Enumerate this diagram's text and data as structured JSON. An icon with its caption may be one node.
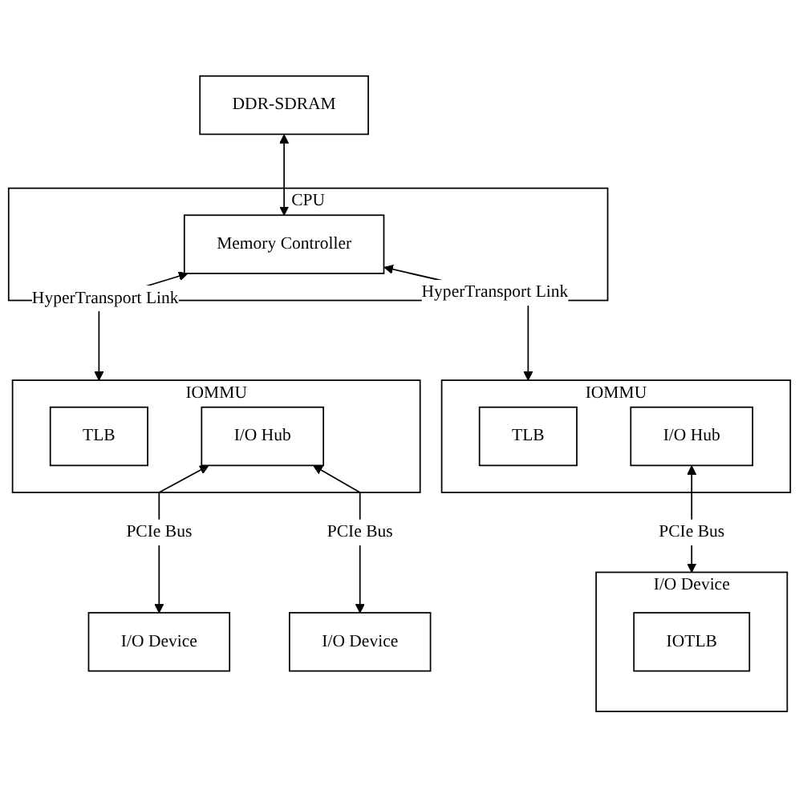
{
  "diagram": {
    "nodes": [
      {
        "text": [
          "CPU"
        ]
      },
      {
        "text": [
          "Memory Controller"
        ],
        "in": 0
      },
      {
        "text": [
          "DDR-SDRAM"
        ]
      },
      {
        "text": [
          "IOMMU"
        ]
      },
      {
        "text": [
          "TLB"
        ],
        "in": 3
      },
      {
        "text": [
          "I/O Hub"
        ],
        "in": 3
      },
      {
        "text": [
          "IOMMU"
        ]
      },
      {
        "text": [
          "TLB"
        ],
        "in": 6
      },
      {
        "text": [
          "I/O Hub"
        ],
        "in": 6
      },
      {
        "text": [
          "I/O Device"
        ]
      },
      {
        "text": [
          "I/O Device"
        ]
      },
      {
        "text": [
          "I/O Device"
        ]
      },
      {
        "text": [
          "IOTLB"
        ],
        "in": 11
      }
    ],
    "edges": [
      {
        "from": 2,
        "to": 1,
        "arrow": "both"
      },
      {
        "from": 1,
        "to": 3,
        "arrow": "both",
        "label": "HyperTransport Link"
      },
      {
        "from": 1,
        "to": 6,
        "arrow": "both",
        "label": "HyperTransport Link"
      },
      {
        "from": 5,
        "to": 9,
        "arrow": "both",
        "label": "PCIe Bus"
      },
      {
        "from": 5,
        "to": 10,
        "arrow": "both",
        "label": "PCIe Bus"
      },
      {
        "from": 8,
        "to": 11,
        "arrow": "both",
        "label": "PCIe Bus"
      }
    ]
  }
}
